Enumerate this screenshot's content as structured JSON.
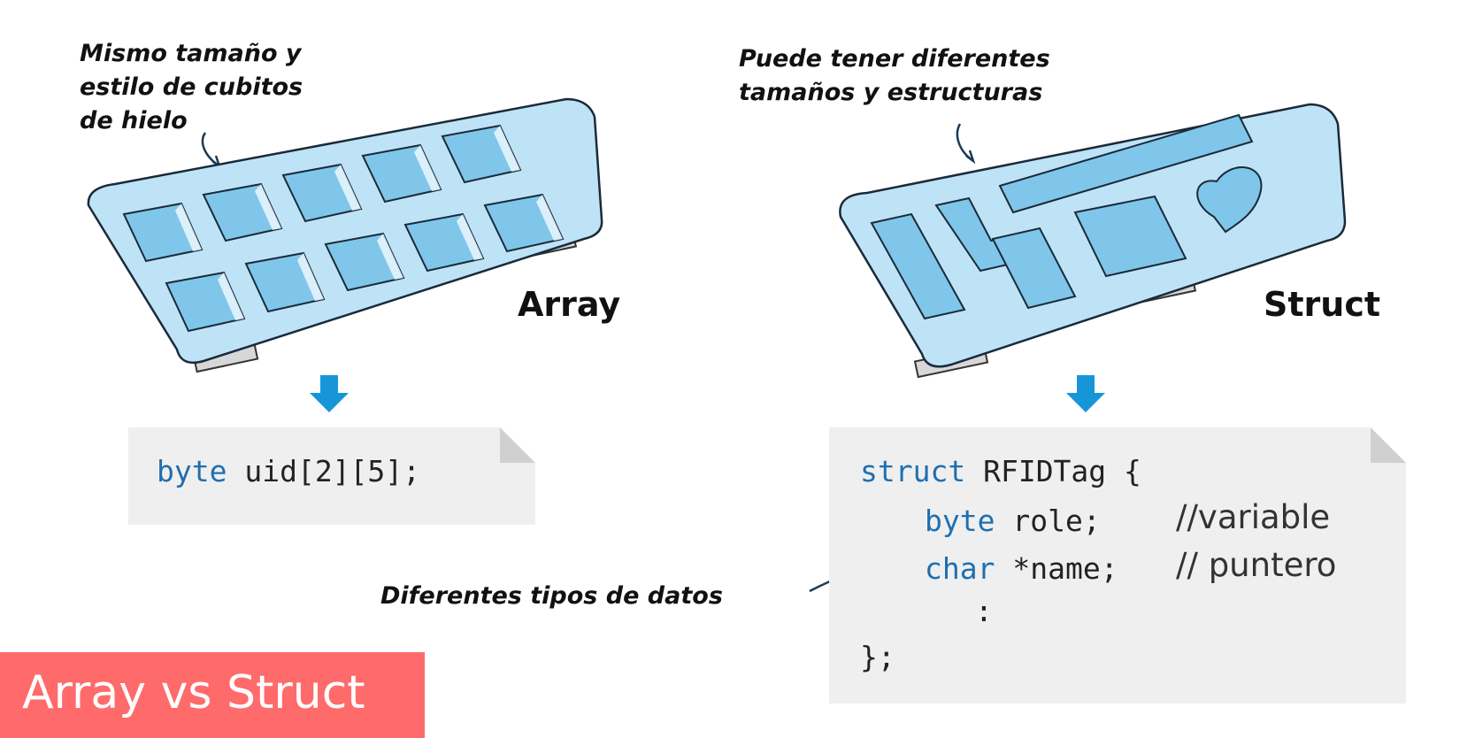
{
  "left": {
    "note": "Mismo tamaño y\nestilo de cubitos\nde hielo",
    "label": "Array",
    "code": {
      "type": "byte",
      "rest": " uid[2][5];"
    }
  },
  "right": {
    "note": "Puede tener diferentes\ntamaños y estructuras",
    "label": "Struct",
    "code": {
      "line1_kw": "struct",
      "line1_rest": " RFIDTag {",
      "line2_kw": "byte",
      "line2_rest": " role;",
      "line2_comment": "//variable",
      "line3_kw": "char",
      "line3_rest": " *name;",
      "line3_comment": "// puntero",
      "line4": ":",
      "line5": "};"
    }
  },
  "bottom_note": "Diferentes tipos de datos",
  "title": "Array vs Struct",
  "colors": {
    "tray": "#bfe3f6",
    "tray_cell": "#7fc6ea",
    "arrow": "#1696d8",
    "title_bg": "#ff6b6b",
    "code_bg": "#efefef",
    "keyword": "#1f6fb0"
  }
}
